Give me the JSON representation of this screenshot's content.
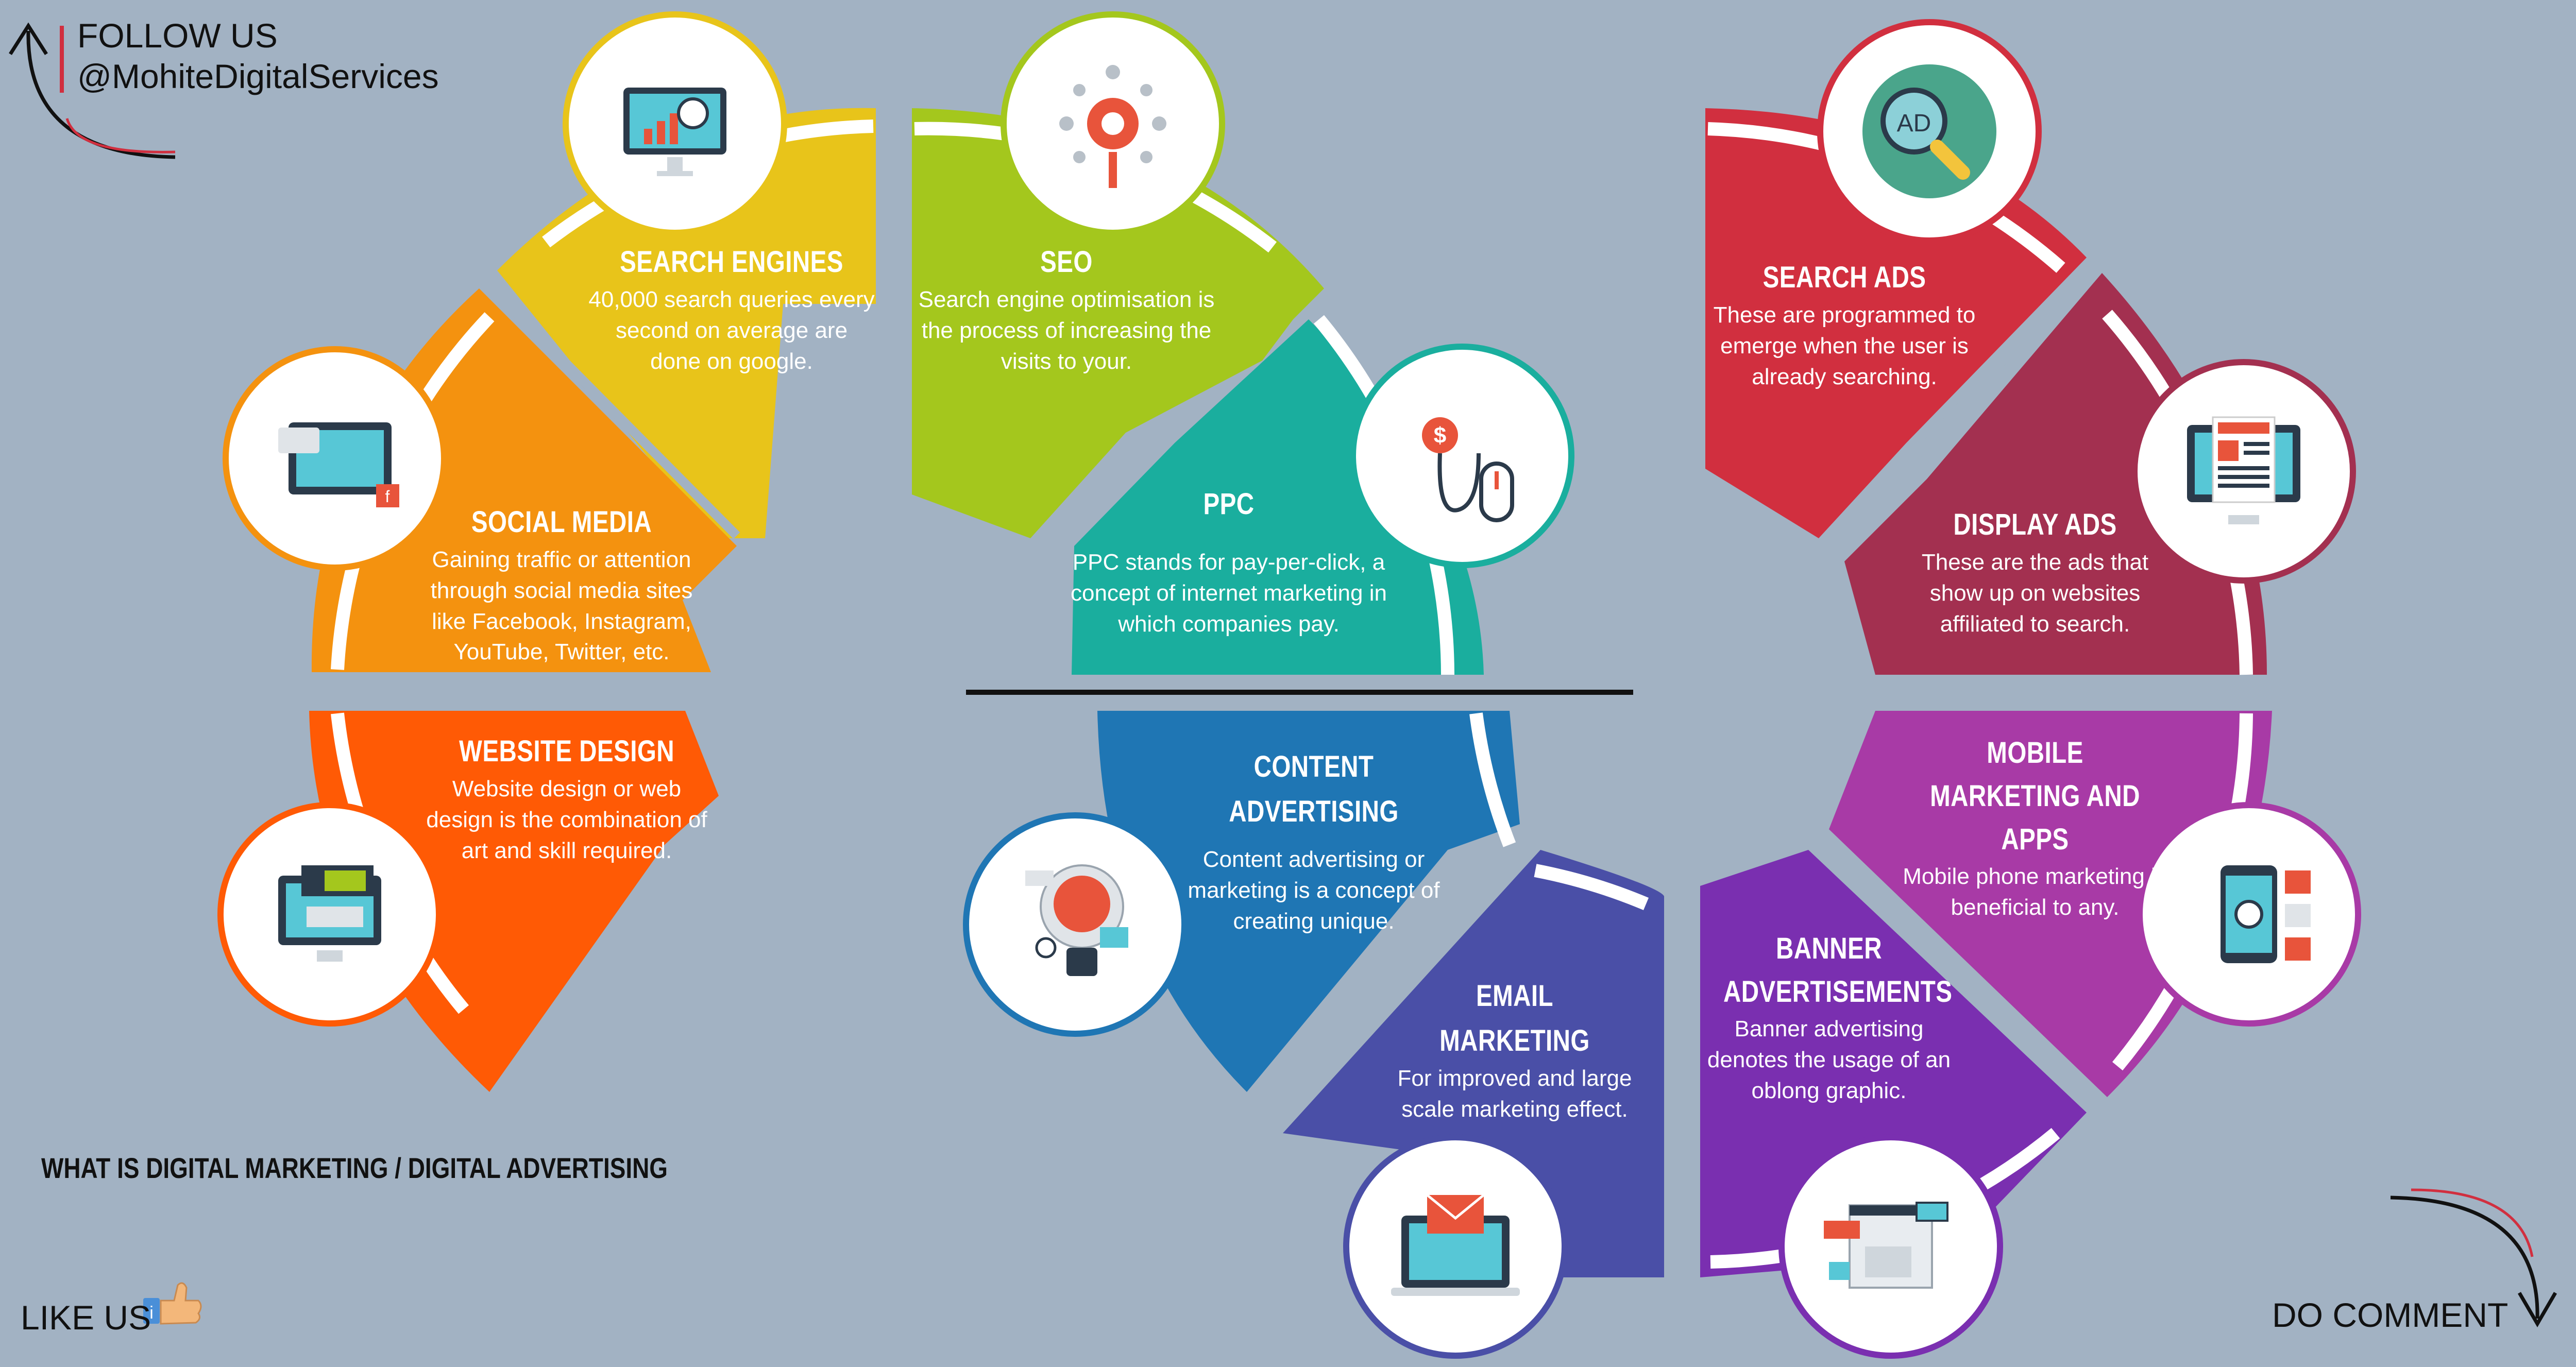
{
  "header": {
    "follow_line1": "FOLLOW US",
    "follow_line2": "@MohiteDigitalServices"
  },
  "footer": {
    "title": "WHAT IS DIGITAL MARKETING / DIGITAL ADVERTISING",
    "like": "LIKE US",
    "comment": "DO COMMENT"
  },
  "sections": {
    "search_engines": {
      "title": "SEARCH ENGINES",
      "body": "40,000 search queries every second on average are done on google.",
      "color": "#e8c41a",
      "icon": "monitor-chart-icon"
    },
    "seo": {
      "title": "SEO",
      "body": "Search engine optimisation is the process of increasing the visits to your.",
      "color": "#a4c71d",
      "icon": "gear-magnifier-icon"
    },
    "ppc": {
      "title": "PPC",
      "body": "PPC stands for pay-per-click, a concept of internet marketing in which companies pay.",
      "color": "#1aae9e",
      "icon": "dollar-mouse-icon"
    },
    "social_media": {
      "title": "SOCIAL MEDIA",
      "body": "Gaining traffic or attention through social media sites like Facebook, Instagram, YouTube, Twitter, etc.",
      "color": "#f4920f",
      "icon": "social-devices-icon"
    },
    "website_design": {
      "title": "WEBSITE DESIGN",
      "body": "Website design or web design is the combination of art and skill required.",
      "color": "#ff5a05",
      "icon": "web-layout-icon"
    },
    "search_ads": {
      "title": "SEARCH ADS",
      "body": "These are programmed to emerge when the user is already searching.",
      "color": "#d12f3f",
      "icon": "ad-magnifier-icon"
    },
    "display_ads": {
      "title": "DISPLAY ADS",
      "body": "These are the ads that show up on websites affiliated to search.",
      "color": "#a33050",
      "icon": "monitor-article-icon"
    },
    "mobile_marketing": {
      "title": "MOBILE MARKETING AND APPS",
      "body": "Mobile phone marketing is beneficial to any.",
      "color": "#a83aa6",
      "icon": "phone-shopping-icon"
    },
    "banner_ads": {
      "title": "BANNER ADVERTISEMENTS",
      "body": "Banner advertising denotes the usage of an oblong graphic.",
      "color": "#7a2fb0",
      "icon": "banner-layout-icon"
    },
    "email_marketing": {
      "title": "EMAIL MARKETING",
      "body": "For improved and large scale marketing effect.",
      "color": "#4a4fa7",
      "icon": "laptop-envelope-icon"
    },
    "content_advertising": {
      "title": "CONTENT ADVERTISING",
      "body": "Content advertising or marketing is a concept of creating unique.",
      "color": "#1f76b4",
      "icon": "bulb-brain-icon"
    }
  }
}
